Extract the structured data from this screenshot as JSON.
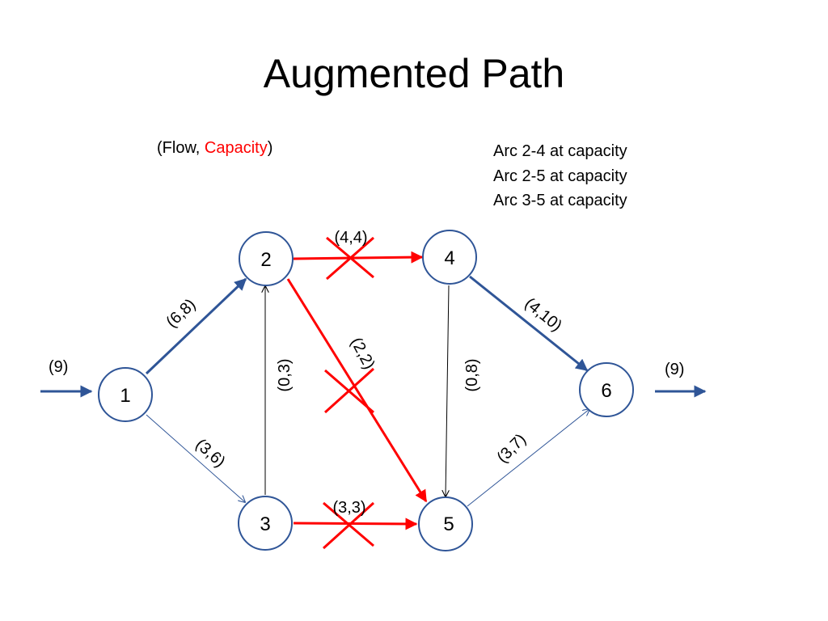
{
  "title": "Augmented Path",
  "legend": {
    "open": "(Flow, ",
    "capacity_word": "Capacity",
    "close": ")"
  },
  "notes": [
    "Arc 2-4 at capacity",
    "Arc 2-5 at capacity",
    "Arc 3-5 at capacity"
  ],
  "nodes": [
    {
      "id": "1",
      "label": "1"
    },
    {
      "id": "2",
      "label": "2"
    },
    {
      "id": "3",
      "label": "3"
    },
    {
      "id": "4",
      "label": "4"
    },
    {
      "id": "5",
      "label": "5"
    },
    {
      "id": "6",
      "label": "6"
    }
  ],
  "arcs": [
    {
      "from": "1",
      "to": "2",
      "label": "(6,8)",
      "style": "blue-thick"
    },
    {
      "from": "1",
      "to": "3",
      "label": "(3,6)",
      "style": "blue-thin"
    },
    {
      "from": "3",
      "to": "2",
      "label": "(0,3)",
      "style": "black-thin"
    },
    {
      "from": "2",
      "to": "4",
      "label": "(4,4)",
      "style": "red",
      "crossed": true
    },
    {
      "from": "2",
      "to": "5",
      "label": "(2,2)",
      "style": "red",
      "crossed": true
    },
    {
      "from": "3",
      "to": "5",
      "label": "(3,3)",
      "style": "red",
      "crossed": true
    },
    {
      "from": "4",
      "to": "5",
      "label": "(0,8)",
      "style": "black-thin"
    },
    {
      "from": "4",
      "to": "6",
      "label": "(4,10)",
      "style": "blue-thick"
    },
    {
      "from": "5",
      "to": "6",
      "label": "(3,7)",
      "style": "blue-thin"
    }
  ],
  "source_flow": "(9)",
  "sink_flow": "(9)",
  "colors": {
    "node_border": "#2f5597",
    "blue": "#2f5597",
    "red": "#ff0000",
    "black": "#000000"
  }
}
